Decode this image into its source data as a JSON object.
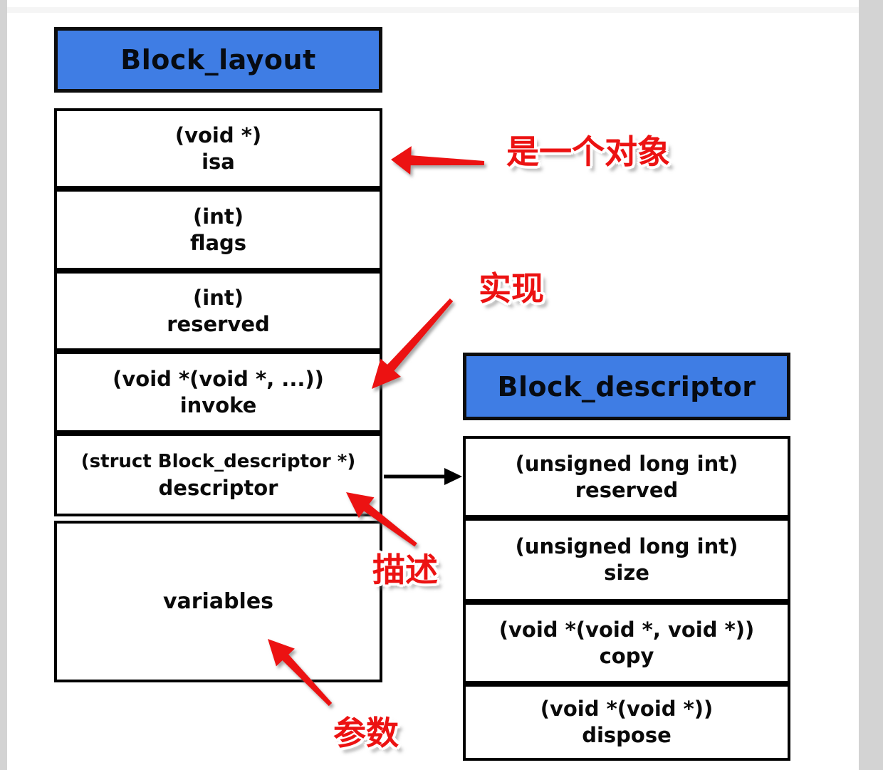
{
  "colors": {
    "header_blue": "#3F7DE4",
    "annotation_red": "#EC1212",
    "border_black": "#000000",
    "side_gray": "#D3D3D3"
  },
  "left_struct": {
    "title": "Block_layout",
    "rows": [
      {
        "type": "(void *)",
        "name": "isa"
      },
      {
        "type": "(int)",
        "name": "flags"
      },
      {
        "type": "(int)",
        "name": "reserved"
      },
      {
        "type": "(void *(void *, ...))",
        "name": "invoke"
      },
      {
        "type": "(struct Block_descriptor *)",
        "name": "descriptor"
      }
    ],
    "footer_cell": "variables"
  },
  "right_struct": {
    "title": "Block_descriptor",
    "rows": [
      {
        "type": "(unsigned long int)",
        "name": "reserved"
      },
      {
        "type": "(unsigned long int)",
        "name": "size"
      },
      {
        "type": "(void *(void *, void *))",
        "name": "copy"
      },
      {
        "type": "(void *(void *))",
        "name": "dispose"
      }
    ]
  },
  "annotations": [
    {
      "text": "是一个对象"
    },
    {
      "text": "实现"
    },
    {
      "text": "描述"
    },
    {
      "text": "参数"
    }
  ]
}
